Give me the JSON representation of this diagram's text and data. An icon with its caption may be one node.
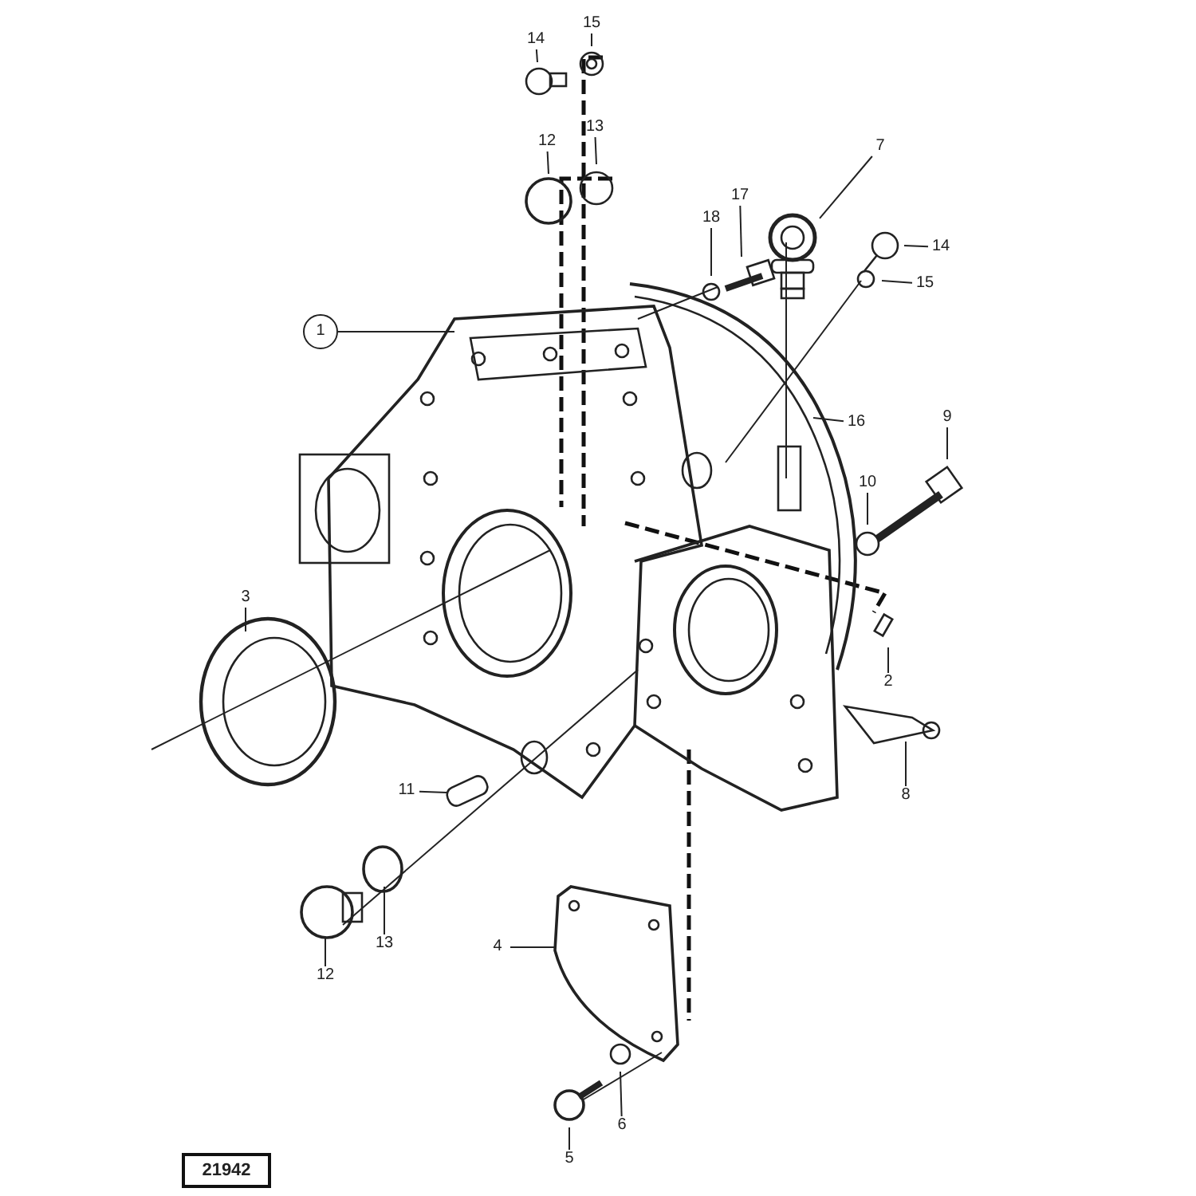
{
  "diagram": {
    "nodes": [
      {
        "text": [
          "15"
        ]
      },
      {
        "text": [
          "14"
        ]
      },
      {
        "text": [
          "13"
        ]
      },
      {
        "text": [
          "12"
        ]
      },
      {
        "text": [
          "7"
        ]
      },
      {
        "text": [
          "17"
        ]
      },
      {
        "text": [
          "18"
        ]
      },
      {
        "text": [
          "14"
        ]
      },
      {
        "text": [
          "15"
        ]
      },
      {
        "text": [
          "1"
        ]
      },
      {
        "text": [
          "9"
        ]
      },
      {
        "text": [
          "16"
        ]
      },
      {
        "text": [
          "10"
        ]
      },
      {
        "text": [
          "3"
        ]
      },
      {
        "text": [
          "2"
        ]
      },
      {
        "text": [
          "11"
        ]
      },
      {
        "text": [
          "8"
        ]
      },
      {
        "text": [
          "13"
        ]
      },
      {
        "text": [
          "4"
        ]
      },
      {
        "text": [
          "12"
        ]
      },
      {
        "text": [
          "6"
        ]
      },
      {
        "text": [
          "5"
        ]
      },
      {
        "text": [
          "21942"
        ]
      },
      {
        "text": [],
        "shape": "picture"
      }
    ],
    "edges": [
      {
        "from": 0,
        "to": null,
        "arrow": "none"
      },
      {
        "from": 1,
        "to": null,
        "arrow": "none"
      },
      {
        "from": 2,
        "to": null,
        "arrow": "none"
      },
      {
        "from": 3,
        "to": null,
        "arrow": "none"
      },
      {
        "from": 4,
        "to": 23,
        "arrow": "none"
      },
      {
        "from": 5,
        "to": null,
        "arrow": "none"
      },
      {
        "from": 6,
        "to": null,
        "arrow": "none"
      },
      {
        "from": 7,
        "to": null,
        "arrow": "none"
      },
      {
        "from": 8,
        "to": null,
        "arrow": "none"
      },
      {
        "from": 9,
        "to": null,
        "arrow": "none"
      },
      {
        "from": 10,
        "to": null,
        "arrow": "none"
      },
      {
        "from": 11,
        "to": null,
        "arrow": "none"
      },
      {
        "from": 12,
        "to": null,
        "arrow": "none"
      },
      {
        "from": 13,
        "to": null,
        "arrow": "none"
      },
      {
        "from": 14,
        "to": null,
        "arrow": "none"
      },
      {
        "from": 15,
        "to": null,
        "arrow": "none"
      },
      {
        "from": 16,
        "to": null,
        "arrow": "none"
      },
      {
        "from": 17,
        "to": null,
        "arrow": "none"
      },
      {
        "from": 18,
        "to": null,
        "arrow": "none"
      },
      {
        "from": 19,
        "to": null,
        "arrow": "none"
      },
      {
        "from": 20,
        "to": null,
        "arrow": "none"
      },
      {
        "from": 21,
        "to": null,
        "arrow": "none"
      }
    ]
  }
}
